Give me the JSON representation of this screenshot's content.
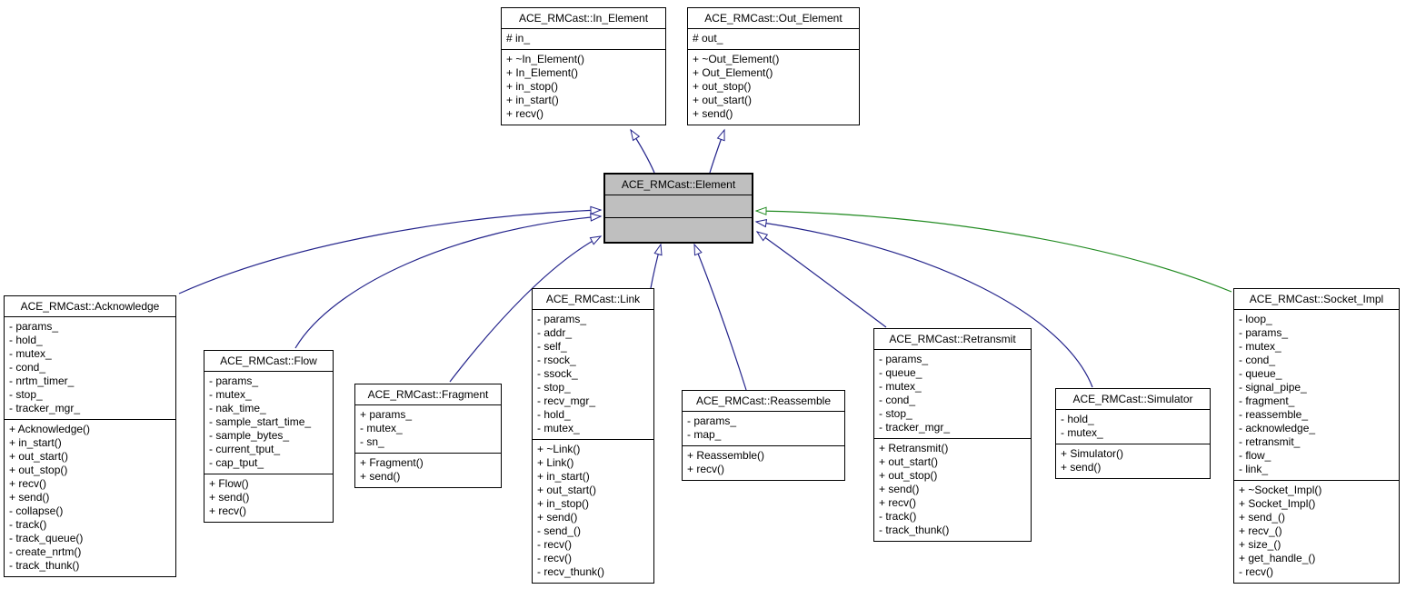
{
  "diagram": {
    "title": "ACE_RMCast::Element inheritance graph",
    "colors": {
      "background": "#ffffff",
      "box_border": "#000000",
      "box_fill": "#ffffff",
      "highlight_fill": "#bfbfbf",
      "text": "#000000",
      "inheritance_edge": "#23238b",
      "protected_inheritance_edge": "#228b22"
    }
  },
  "classes": {
    "in_element": {
      "title": "ACE_RMCast::In_Element",
      "attrs": [
        "# in_"
      ],
      "methods": [
        "+ ~In_Element()",
        "+ In_Element()",
        "+ in_stop()",
        "+ in_start()",
        "+ recv()"
      ]
    },
    "out_element": {
      "title": "ACE_RMCast::Out_Element",
      "attrs": [
        "# out_"
      ],
      "methods": [
        "+ ~Out_Element()",
        "+ Out_Element()",
        "+ out_stop()",
        "+ out_start()",
        "+ send()"
      ]
    },
    "element": {
      "title": "ACE_RMCast::Element",
      "attrs": [],
      "methods": []
    },
    "acknowledge": {
      "title": "ACE_RMCast::Acknowledge",
      "attrs": [
        "- params_",
        "- hold_",
        "- mutex_",
        "- cond_",
        "- nrtm_timer_",
        "- stop_",
        "- tracker_mgr_"
      ],
      "methods": [
        "+ Acknowledge()",
        "+ in_start()",
        "+ out_start()",
        "+ out_stop()",
        "+ recv()",
        "+ send()",
        "- collapse()",
        "- track()",
        "- track_queue()",
        "- create_nrtm()",
        "- track_thunk()"
      ]
    },
    "flow": {
      "title": "ACE_RMCast::Flow",
      "attrs": [
        "- params_",
        "- mutex_",
        "- nak_time_",
        "- sample_start_time_",
        "- sample_bytes_",
        "- current_tput_",
        "- cap_tput_"
      ],
      "methods": [
        "+ Flow()",
        "+ send()",
        "+ recv()"
      ]
    },
    "fragment": {
      "title": "ACE_RMCast::Fragment",
      "attrs": [
        "+ params_",
        "- mutex_",
        "- sn_"
      ],
      "methods": [
        "+ Fragment()",
        "+ send()"
      ]
    },
    "link": {
      "title": "ACE_RMCast::Link",
      "attrs": [
        "- params_",
        "- addr_",
        "- self_",
        "- rsock_",
        "- ssock_",
        "- stop_",
        "- recv_mgr_",
        "- hold_",
        "- mutex_"
      ],
      "methods": [
        "+ ~Link()",
        "+ Link()",
        "+ in_start()",
        "+ out_start()",
        "+ in_stop()",
        "+ send()",
        "- send_()",
        "- recv()",
        "- recv()",
        "- recv_thunk()"
      ]
    },
    "reassemble": {
      "title": "ACE_RMCast::Reassemble",
      "attrs": [
        "- params_",
        "- map_"
      ],
      "methods": [
        "+ Reassemble()",
        "+ recv()"
      ]
    },
    "retransmit": {
      "title": "ACE_RMCast::Retransmit",
      "attrs": [
        "- params_",
        "- queue_",
        "- mutex_",
        "- cond_",
        "- stop_",
        "- tracker_mgr_"
      ],
      "methods": [
        "+ Retransmit()",
        "+ out_start()",
        "+ out_stop()",
        "+ send()",
        "+ recv()",
        "- track()",
        "- track_thunk()"
      ]
    },
    "simulator": {
      "title": "ACE_RMCast::Simulator",
      "attrs": [
        "- hold_",
        "- mutex_"
      ],
      "methods": [
        "+ Simulator()",
        "+ send()"
      ]
    },
    "socket_impl": {
      "title": "ACE_RMCast::Socket_Impl",
      "attrs": [
        "- loop_",
        "- params_",
        "- mutex_",
        "- cond_",
        "- queue_",
        "- signal_pipe_",
        "- fragment_",
        "- reassemble_",
        "- acknowledge_",
        "- retransmit_",
        "- flow_",
        "- link_"
      ],
      "methods": [
        "+ ~Socket_Impl()",
        "+ Socket_Impl()",
        "+ send_()",
        "+ recv_()",
        "+ size_()",
        "+ get_handle_()",
        "- recv()"
      ]
    }
  },
  "edges": [
    {
      "from": "ACE_RMCast::Element",
      "to": "ACE_RMCast::In_Element",
      "type": "public inheritance"
    },
    {
      "from": "ACE_RMCast::Element",
      "to": "ACE_RMCast::Out_Element",
      "type": "public inheritance"
    },
    {
      "from": "ACE_RMCast::Acknowledge",
      "to": "ACE_RMCast::Element",
      "type": "public inheritance"
    },
    {
      "from": "ACE_RMCast::Flow",
      "to": "ACE_RMCast::Element",
      "type": "public inheritance"
    },
    {
      "from": "ACE_RMCast::Fragment",
      "to": "ACE_RMCast::Element",
      "type": "public inheritance"
    },
    {
      "from": "ACE_RMCast::Link",
      "to": "ACE_RMCast::Element",
      "type": "public inheritance"
    },
    {
      "from": "ACE_RMCast::Reassemble",
      "to": "ACE_RMCast::Element",
      "type": "public inheritance"
    },
    {
      "from": "ACE_RMCast::Retransmit",
      "to": "ACE_RMCast::Element",
      "type": "public inheritance"
    },
    {
      "from": "ACE_RMCast::Simulator",
      "to": "ACE_RMCast::Element",
      "type": "public inheritance"
    },
    {
      "from": "ACE_RMCast::Socket_Impl",
      "to": "ACE_RMCast::Element",
      "type": "protected inheritance"
    }
  ]
}
